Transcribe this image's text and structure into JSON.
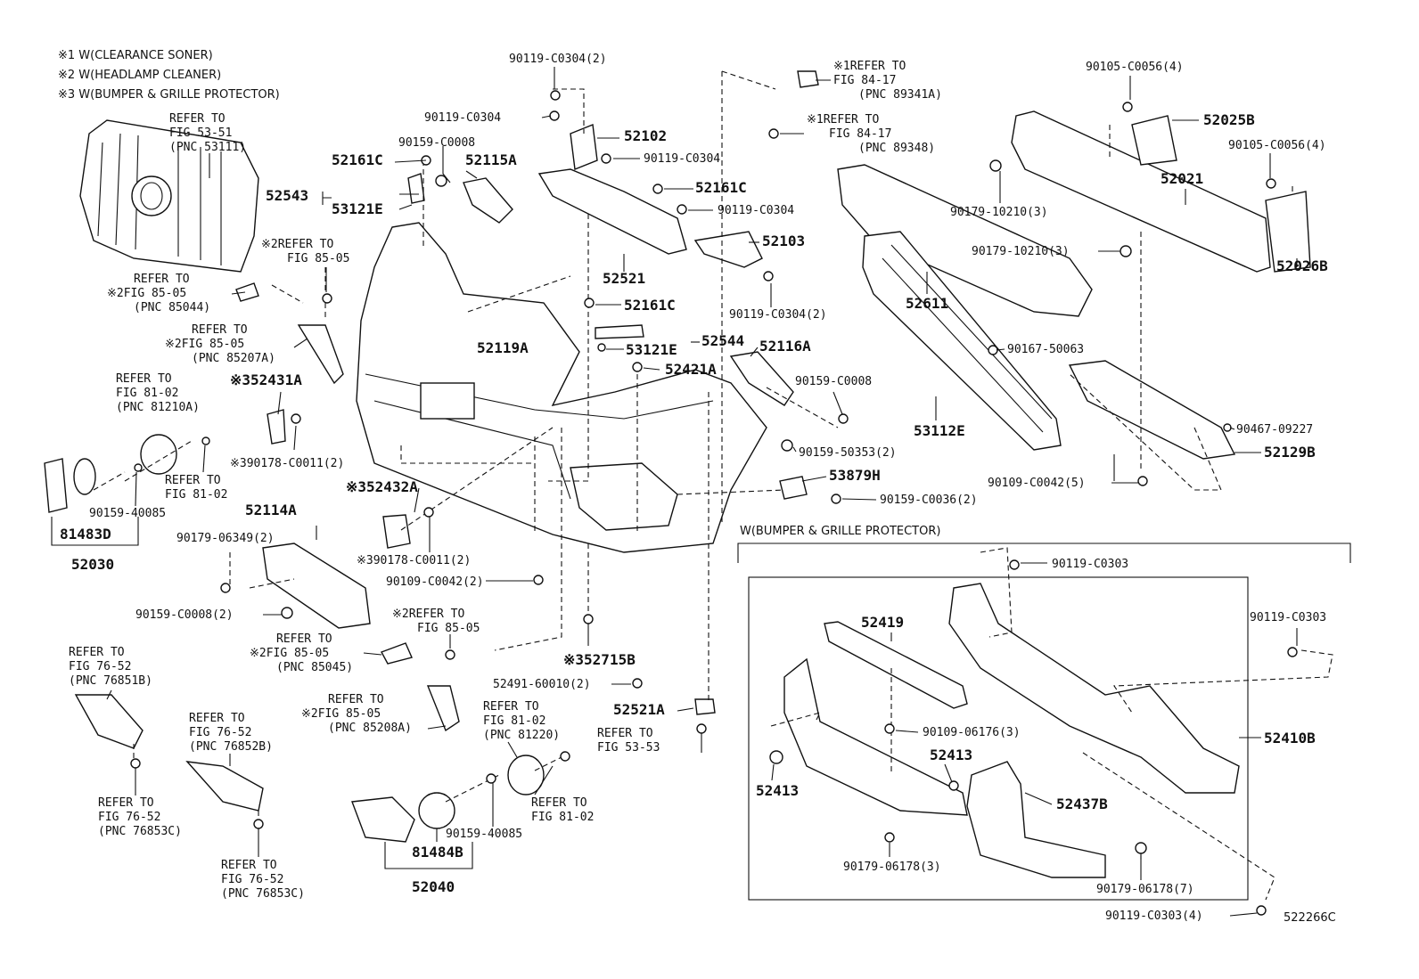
{
  "notes": [
    "※1 W(CLEARANCE SONER)",
    "※2 W(HEADLAMP CLEANER)",
    "※3 W(BUMPER & GRILLE PROTECTOR)"
  ],
  "box_title": "W(BUMPER & GRILLE PROTECTOR)",
  "diagram_id": "522266C",
  "labels": [
    {
      "t": "REFER TO",
      "c": "lbl"
    },
    {
      "t": "FIG 53-51",
      "c": "lbl"
    },
    {
      "t": "(PNC 53111)",
      "c": "lbl"
    },
    {
      "t": "52543",
      "c": "lblb"
    },
    {
      "t": "53121E",
      "c": "lblb"
    },
    {
      "t": "52161C",
      "c": "lblb"
    },
    {
      "t": "90159-C0008",
      "c": "lbl"
    },
    {
      "t": "52115A",
      "c": "lblb"
    },
    {
      "t": "90119-C0304(2)",
      "c": "lbl"
    },
    {
      "t": "90119-C0304",
      "c": "lbl"
    },
    {
      "t": "52102",
      "c": "lblb"
    },
    {
      "t": "90119-C0304",
      "c": "lbl"
    },
    {
      "t": "52161C",
      "c": "lblb"
    },
    {
      "t": "90119-C0304",
      "c": "lbl"
    },
    {
      "t": "52103",
      "c": "lblb"
    },
    {
      "t": "52521",
      "c": "lblb"
    },
    {
      "t": "90119-C0304(2)",
      "c": "lbl"
    },
    {
      "t": "※1REFER TO",
      "c": "lbl"
    },
    {
      "t": "FIG 84-17",
      "c": "lbl"
    },
    {
      "t": "(PNC 89341A)",
      "c": "lbl"
    },
    {
      "t": "※1REFER TO",
      "c": "lbl"
    },
    {
      "t": "FIG 84-17",
      "c": "lbl"
    },
    {
      "t": "(PNC 89348)",
      "c": "lbl"
    },
    {
      "t": "90105-C0056(4)",
      "c": "lbl"
    },
    {
      "t": "52025B",
      "c": "lblb"
    },
    {
      "t": "90105-C0056(4)",
      "c": "lbl"
    },
    {
      "t": "52021",
      "c": "lblb"
    },
    {
      "t": "90179-10210(3)",
      "c": "lbl"
    },
    {
      "t": "90179-10210(3)",
      "c": "lbl"
    },
    {
      "t": "52026B",
      "c": "lblb"
    },
    {
      "t": "52611",
      "c": "lblb"
    },
    {
      "t": "※2REFER TO",
      "c": "lbl"
    },
    {
      "t": "FIG 85-05",
      "c": "lbl"
    },
    {
      "t": "REFER TO",
      "c": "lbl"
    },
    {
      "t": "※2FIG 85-05",
      "c": "lbl"
    },
    {
      "t": "(PNC 85044)",
      "c": "lbl"
    },
    {
      "t": "REFER TO",
      "c": "lbl"
    },
    {
      "t": "※2FIG 85-05",
      "c": "lbl"
    },
    {
      "t": "(PNC 85207A)",
      "c": "lbl"
    },
    {
      "t": "※352431A",
      "c": "lblb"
    },
    {
      "t": "52161C",
      "c": "lblb"
    },
    {
      "t": "53121E",
      "c": "lblb"
    },
    {
      "t": "52544",
      "c": "lblb"
    },
    {
      "t": "52119A",
      "c": "lblb"
    },
    {
      "t": "52421A",
      "c": "lblb"
    },
    {
      "t": "52116A",
      "c": "lblb"
    },
    {
      "t": "90159-C0008",
      "c": "lbl"
    },
    {
      "t": "90167-50063",
      "c": "lbl"
    },
    {
      "t": "53112E",
      "c": "lblb"
    },
    {
      "t": "90467-09227",
      "c": "lbl"
    },
    {
      "t": "52129B",
      "c": "lblb"
    },
    {
      "t": "REFER TO",
      "c": "lbl"
    },
    {
      "t": "FIG 81-02",
      "c": "lbl"
    },
    {
      "t": "(PNC 81210A)",
      "c": "lbl"
    },
    {
      "t": "※390178-C0011(2)",
      "c": "lbl"
    },
    {
      "t": "REFER TO",
      "c": "lbl"
    },
    {
      "t": "FIG 81-02",
      "c": "lbl"
    },
    {
      "t": "90159-40085",
      "c": "lbl"
    },
    {
      "t": "81483D",
      "c": "lblb"
    },
    {
      "t": "52030",
      "c": "lblb"
    },
    {
      "t": "90159-50353(2)",
      "c": "lbl"
    },
    {
      "t": "53879H",
      "c": "lblb"
    },
    {
      "t": "90159-C0036(2)",
      "c": "lbl"
    },
    {
      "t": "90109-C0042(5)",
      "c": "lbl"
    },
    {
      "t": "※352432A",
      "c": "lblb"
    },
    {
      "t": "52114A",
      "c": "lblb"
    },
    {
      "t": "90179-06349(2)",
      "c": "lbl"
    },
    {
      "t": "※390178-C0011(2)",
      "c": "lbl"
    },
    {
      "t": "90109-C0042(2)",
      "c": "lbl"
    },
    {
      "t": "90159-C0008(2)",
      "c": "lbl"
    },
    {
      "t": "※2REFER TO",
      "c": "lbl"
    },
    {
      "t": "FIG 85-05",
      "c": "lbl"
    },
    {
      "t": "REFER TO",
      "c": "lbl"
    },
    {
      "t": "※2FIG 85-05",
      "c": "lbl"
    },
    {
      "t": "(PNC 85045)",
      "c": "lbl"
    },
    {
      "t": "※352715B",
      "c": "lblb"
    },
    {
      "t": "52491-60010(2)",
      "c": "lbl"
    },
    {
      "t": "52521A",
      "c": "lblb"
    },
    {
      "t": "REFER TO",
      "c": "lbl"
    },
    {
      "t": "FIG 53-53",
      "c": "lbl"
    },
    {
      "t": "REFER TO",
      "c": "lbl"
    },
    {
      "t": "FIG 76-52",
      "c": "lbl"
    },
    {
      "t": "(PNC 76851B)",
      "c": "lbl"
    },
    {
      "t": "REFER TO",
      "c": "lbl"
    },
    {
      "t": "FIG 76-52",
      "c": "lbl"
    },
    {
      "t": "(PNC 76852B)",
      "c": "lbl"
    },
    {
      "t": "REFER TO",
      "c": "lbl"
    },
    {
      "t": "FIG 76-52",
      "c": "lbl"
    },
    {
      "t": "(PNC 76853C)",
      "c": "lbl"
    },
    {
      "t": "REFER TO",
      "c": "lbl"
    },
    {
      "t": "FIG 76-52",
      "c": "lbl"
    },
    {
      "t": "(PNC 76853C)",
      "c": "lbl"
    },
    {
      "t": "REFER TO",
      "c": "lbl"
    },
    {
      "t": "※2FIG 85-05",
      "c": "lbl"
    },
    {
      "t": "(PNC 85208A)",
      "c": "lbl"
    },
    {
      "t": "REFER TO",
      "c": "lbl"
    },
    {
      "t": "FIG 81-02",
      "c": "lbl"
    },
    {
      "t": "(PNC 81220)",
      "c": "lbl"
    },
    {
      "t": "REFER TO",
      "c": "lbl"
    },
    {
      "t": "FIG 81-02",
      "c": "lbl"
    },
    {
      "t": "90159-40085",
      "c": "lbl"
    },
    {
      "t": "81484B",
      "c": "lblb"
    },
    {
      "t": "52040",
      "c": "lblb"
    },
    {
      "t": "90119-C0303",
      "c": "lbl"
    },
    {
      "t": "90119-C0303",
      "c": "lbl"
    },
    {
      "t": "52419",
      "c": "lblb"
    },
    {
      "t": "90109-06176(3)",
      "c": "lbl"
    },
    {
      "t": "52413",
      "c": "lblb"
    },
    {
      "t": "52413",
      "c": "lblb"
    },
    {
      "t": "52437B",
      "c": "lblb"
    },
    {
      "t": "52410B",
      "c": "lblb"
    },
    {
      "t": "90179-06178(3)",
      "c": "lbl"
    },
    {
      "t": "90179-06178(7)",
      "c": "lbl"
    },
    {
      "t": "90119-C0303(4)",
      "c": "lbl"
    }
  ]
}
